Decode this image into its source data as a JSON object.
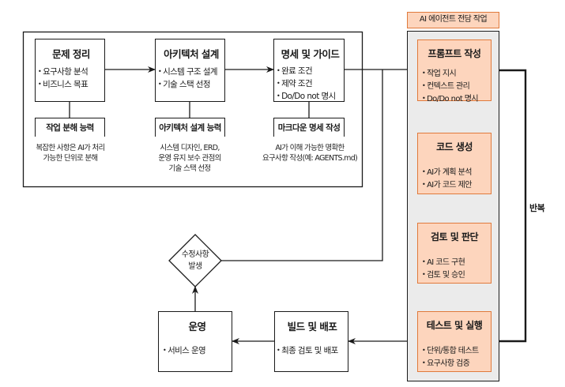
{
  "planning_stages": [
    {
      "title": "문제 정리",
      "items": [
        "요구사항 분석",
        "비즈니스 목표"
      ],
      "capability": "작업 분해 능력",
      "description": [
        "복잡한 사항은 AI가 처리",
        "가능한 단위로 분해"
      ]
    },
    {
      "title": "아키텍처 설계",
      "items": [
        "시스템 구조 설계",
        "기술 스택 선정"
      ],
      "capability": "아키텍처 설계 능력",
      "description": [
        "시스템 디자인, ERD,",
        "운영 유지 보수 관점의",
        "기술 스택 선정"
      ]
    },
    {
      "title": "명세 및 가이드",
      "items": [
        "완료 조건",
        "제약 조건",
        "Do/Do not 명시"
      ],
      "capability": "마크다운 명세 작성",
      "description": [
        "AI가 이해 가능한 명확한",
        "요구사항 작성(예: AGENTS.md)"
      ]
    }
  ],
  "ai_agent": {
    "label": "AI 에이전트 전담 작업",
    "colors": {
      "fill": "#fdd5bd",
      "border": "#e07a3c",
      "panel": "#ebebeb"
    },
    "steps": [
      {
        "title": "프롬프트 작성",
        "items": [
          "작업 지시",
          "컨텍스트 관리",
          "Do/Do not 명시"
        ]
      },
      {
        "title": "코드 생성",
        "items": [
          "AI가 계획 분석",
          "AI가 코드 제안"
        ]
      },
      {
        "title": "검토 및 판단",
        "items": [
          "AI 코드 구현",
          "검토 및 승인"
        ]
      },
      {
        "title": "테스트 및 실행",
        "items": [
          "단위/통합 테스트",
          "요구사항 검증"
        ]
      }
    ],
    "loop_label": "반복"
  },
  "deploy": {
    "title": "빌드 및 배포",
    "items": [
      "최종 검토 및 배포"
    ]
  },
  "operate": {
    "title": "운영",
    "items": [
      "서비스 운영"
    ]
  },
  "decision": {
    "lines": [
      "수정사항",
      "발생"
    ]
  }
}
